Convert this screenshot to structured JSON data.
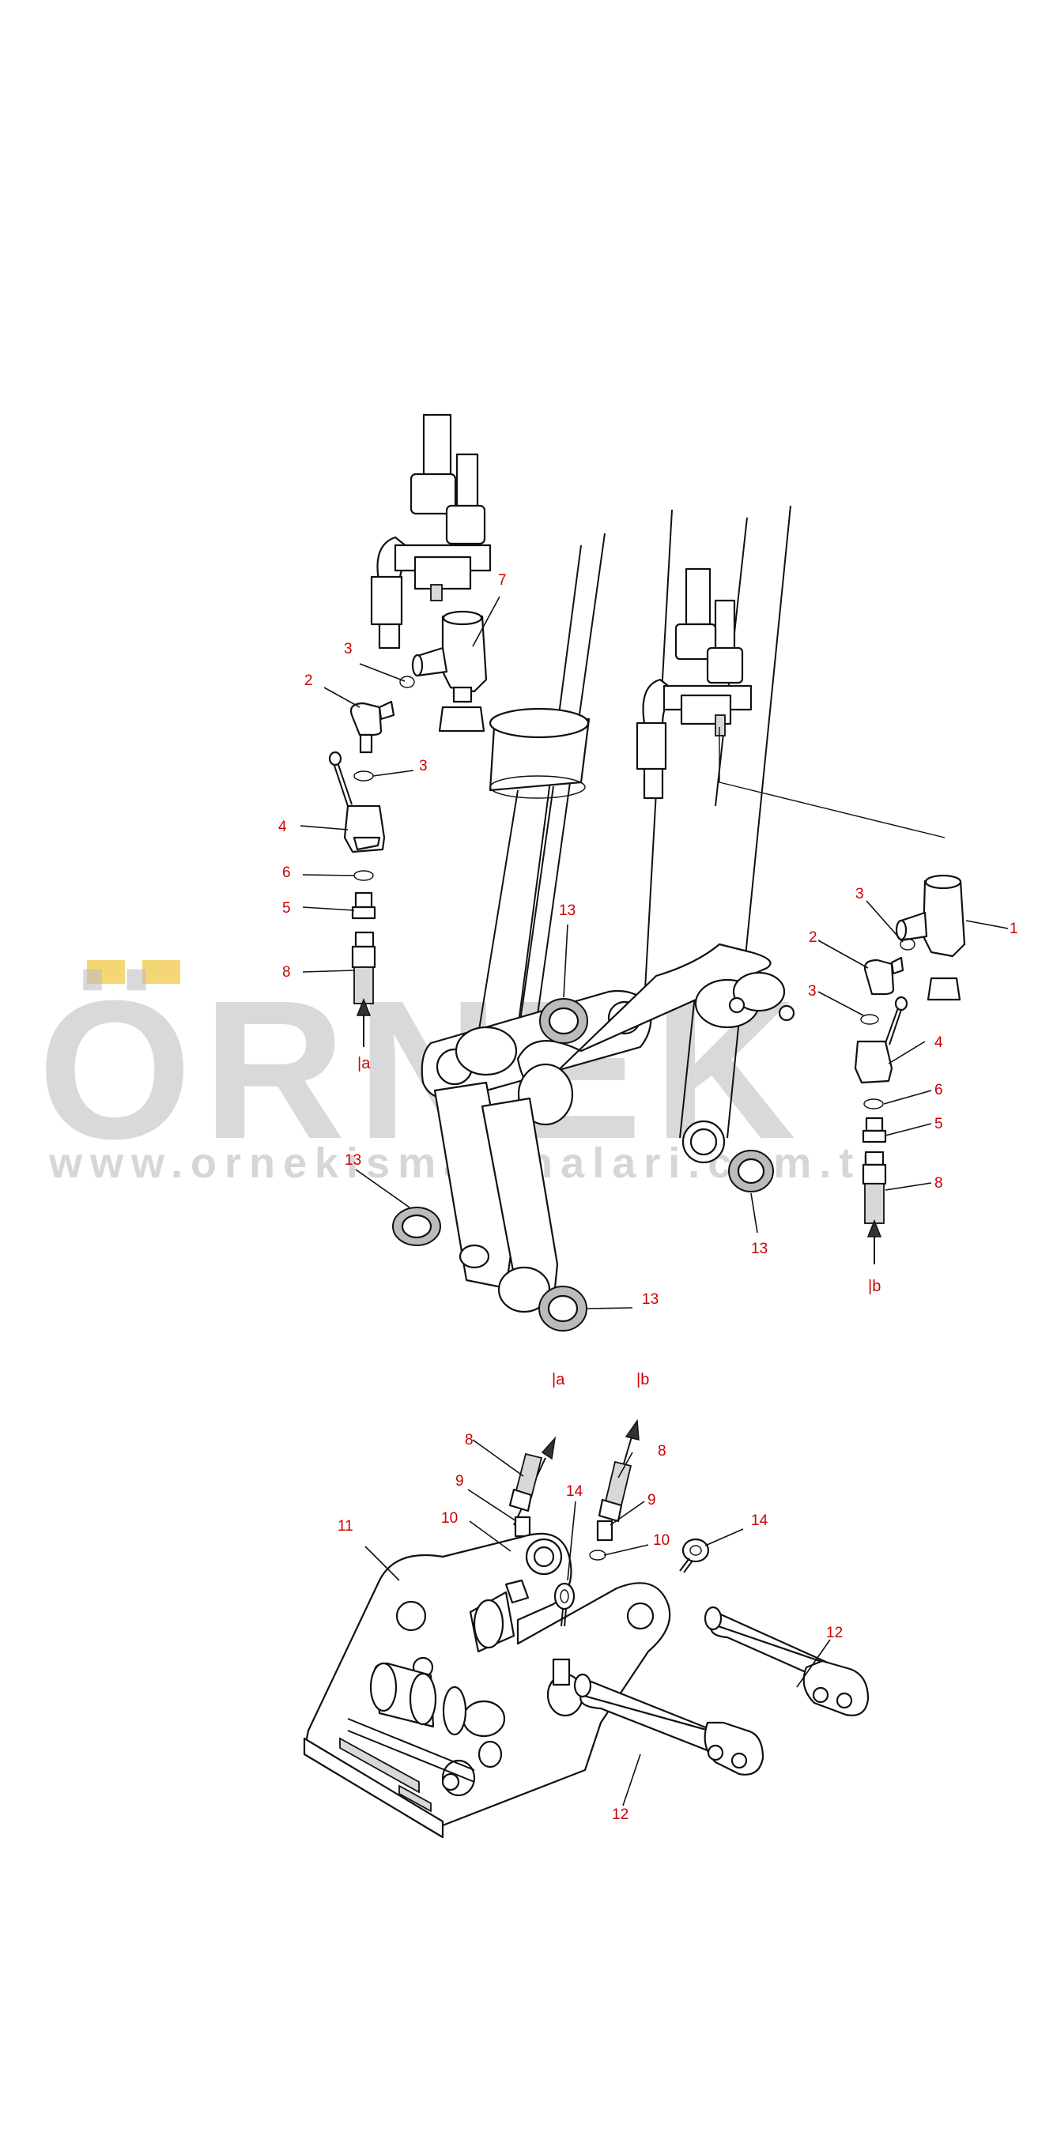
{
  "watermark": {
    "brand": "ÖRNEK",
    "url": "www.ornekismakinalari.com.tr",
    "color_text": "#b9bac0",
    "color_umlaut": "#f1c84a"
  },
  "colors": {
    "callout": "#cc0000",
    "line": "#111111"
  },
  "callouts": {
    "upper_left": {
      "n7": "7",
      "n3a": "3",
      "n2": "2",
      "n3b": "3",
      "n4": "4",
      "n6": "6",
      "n5": "5",
      "n8": "8",
      "flow": "|a"
    },
    "upper_right": {
      "n1": "1",
      "n3a": "3",
      "n2": "2",
      "n3b": "3",
      "n4": "4",
      "n6": "6",
      "n5": "5",
      "n8": "8",
      "flow": "|b"
    },
    "washers": {
      "w1": "13",
      "w2": "13",
      "w3": "13",
      "w4": "13"
    },
    "lower": {
      "flow_a": "|a",
      "flow_b": "|b",
      "n8a": "8",
      "n8b": "8",
      "n9a": "9",
      "n9b": "9",
      "n10a": "10",
      "n10b": "10",
      "n14a": "14",
      "n14b": "14",
      "n11": "11",
      "n12a": "12",
      "n12b": "12"
    }
  }
}
